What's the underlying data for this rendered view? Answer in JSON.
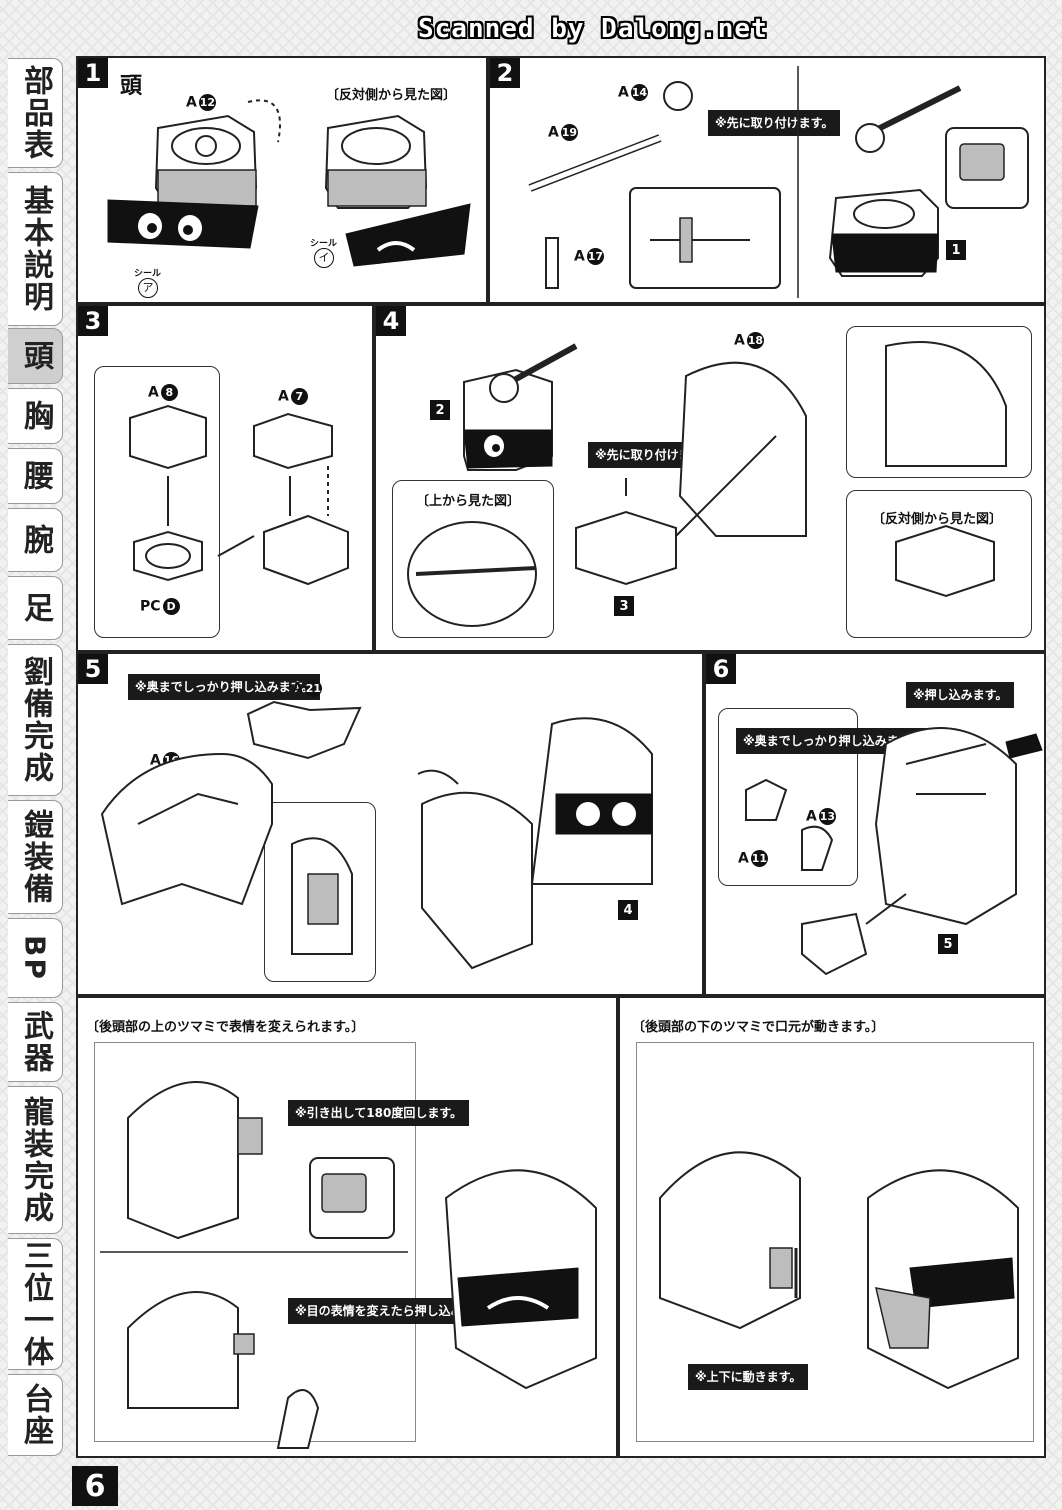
{
  "watermark": "Scanned by Dalong.net",
  "sidebar": [
    {
      "label": "部品表",
      "active": false
    },
    {
      "label": "基本説明",
      "active": false
    },
    {
      "label": "頭",
      "active": true
    },
    {
      "label": "胸",
      "active": false
    },
    {
      "label": "腰",
      "active": false
    },
    {
      "label": "腕",
      "active": false
    },
    {
      "label": "足",
      "active": false
    },
    {
      "label": "劉備完成",
      "active": false
    },
    {
      "label": "鎧装備",
      "active": false
    },
    {
      "label": "BP",
      "active": false
    },
    {
      "label": "武器",
      "active": false
    },
    {
      "label": "龍装完成",
      "active": false
    },
    {
      "label": "三位一体",
      "active": false
    },
    {
      "label": "台座",
      "active": false
    }
  ],
  "steps": {
    "s1": {
      "num": "1",
      "title": "頭",
      "part_a12": "A",
      "a12": "12",
      "view_caption": "〔反対側から見た図〕",
      "sticker_a_word": "シール",
      "sticker_a": "ア",
      "sticker_i_word": "シール",
      "sticker_i": "イ"
    },
    "s2": {
      "num": "2",
      "a14": "14",
      "a19": "19",
      "a17": "17",
      "part": "A",
      "note": "※先に取り付けます。",
      "ref": "1"
    },
    "s3": {
      "num": "3",
      "a8": "8",
      "a7": "7",
      "pc_part": "PC",
      "pcd": "D",
      "part": "A"
    },
    "s4": {
      "num": "4",
      "a18": "18",
      "part": "A",
      "ref2": "2",
      "ref3": "3",
      "top_view": "〔上から見た図〕",
      "note": "※先に取り付けます。",
      "opp_view": "〔反対側から見た図〕"
    },
    "s5": {
      "num": "5",
      "a21": "21",
      "a16": "16",
      "part": "A",
      "note": "※奥までしっかり押し込みます。",
      "ref4": "4"
    },
    "s6": {
      "num": "6",
      "note_push": "※押し込みます。",
      "note_deep": "※奥までしっかり押し込みます。",
      "a13": "13",
      "a11": "11",
      "part": "A",
      "ref5": "5"
    }
  },
  "bottom": {
    "left": {
      "caption": "〔後頭部の上のツマミで表情を変えられます。〕",
      "note1": "※引き出して180度回します。",
      "note2": "※目の表情を変えたら押し込みます。"
    },
    "right": {
      "caption": "〔後頭部の下のツマミで口元が動きます。〕",
      "note": "※上下に動きます。"
    }
  },
  "page_number": "6"
}
